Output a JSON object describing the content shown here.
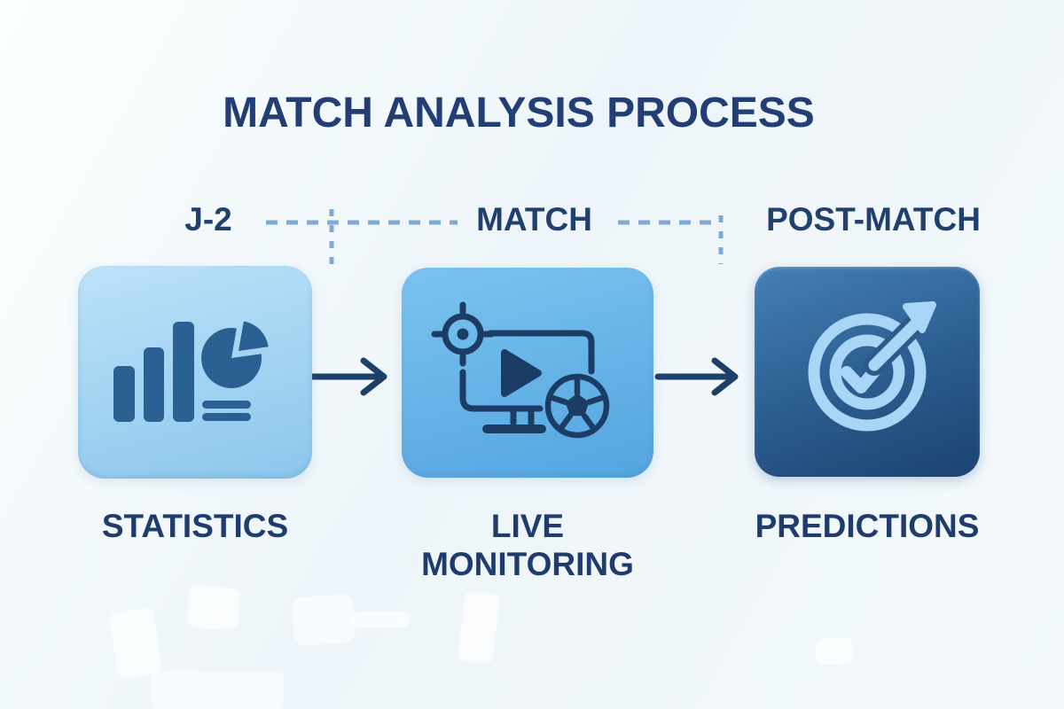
{
  "title": "MATCH ANALYSIS PROCESS",
  "timeline": {
    "phases": [
      "J-2",
      "MATCH",
      "POST-MATCH"
    ]
  },
  "stages": [
    {
      "phase": "J-2",
      "label": "STATISTICS",
      "icon": "bar-chart-pie-icon"
    },
    {
      "phase": "MATCH",
      "label": "LIVE MONITORING",
      "icon": "monitor-play-soccer-icon"
    },
    {
      "phase": "POST-MATCH",
      "label": "PREDICTIONS",
      "icon": "target-dart-check-icon"
    }
  ],
  "colors": {
    "background": "#eef5fa",
    "title_text": "#223e74",
    "label_text": "#1f3c6c",
    "dashed_line": "#7fa9d6",
    "arrow": "#1d4069",
    "card_statistics_top": "#bce2f8",
    "card_statistics_bottom": "#8cc6ec",
    "card_statistics_icon": "#2b6092",
    "card_live_top": "#7bc3f0",
    "card_live_bottom": "#54a4e0",
    "card_live_icon": "#1b3c64",
    "card_predictions_top": "#4480b6",
    "card_predictions_bottom": "#1c4271",
    "card_predictions_icon": "#a9d5f6"
  }
}
